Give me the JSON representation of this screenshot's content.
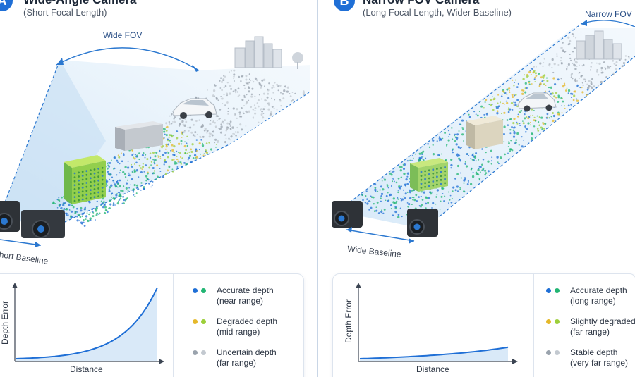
{
  "panel_a": {
    "badge": "A",
    "title": "Wide-Angle Camera",
    "subtitle": "(Short Focal Length)",
    "fov_label": "Wide FOV",
    "baseline_label": "Short Baseline",
    "chart_ylabel": "Depth Error",
    "chart_xlabel": "Distance",
    "legend": [
      {
        "line1": "Accurate depth",
        "line2": "(near range)",
        "dot_colors": [
          "#1f6fd6",
          "#22b573"
        ]
      },
      {
        "line1": "Degraded depth",
        "line2": "(mid range)",
        "dot_colors": [
          "#e5b82a",
          "#9ccf3a"
        ]
      },
      {
        "line1": "Uncertain depth",
        "line2": "(far range)",
        "dot_colors": [
          "#9aa3ad",
          "#c3c9d0"
        ]
      }
    ]
  },
  "panel_b": {
    "badge": "B",
    "title": "Narrow FOV Camera",
    "subtitle": "(Long Focal Length, Wider Baseline)",
    "fov_label": "Narrow FOV",
    "baseline_label": "Wide Baseline",
    "chart_ylabel": "Depth Error",
    "chart_xlabel": "Distance",
    "legend": [
      {
        "line1": "Accurate depth",
        "line2": "(long range)",
        "dot_colors": [
          "#1f6fd6",
          "#22b573"
        ]
      },
      {
        "line1": "Slightly degraded",
        "line2": "(far range)",
        "dot_colors": [
          "#e5b82a",
          "#9ccf3a"
        ]
      },
      {
        "line1": "Stable depth",
        "line2": "(very far range)",
        "dot_colors": [
          "#9aa3ad",
          "#c3c9d0"
        ]
      }
    ]
  },
  "colors": {
    "accent": "#1f6fd6",
    "divider": "#c9d6e6",
    "fov_fill": "#d6e9f8"
  }
}
